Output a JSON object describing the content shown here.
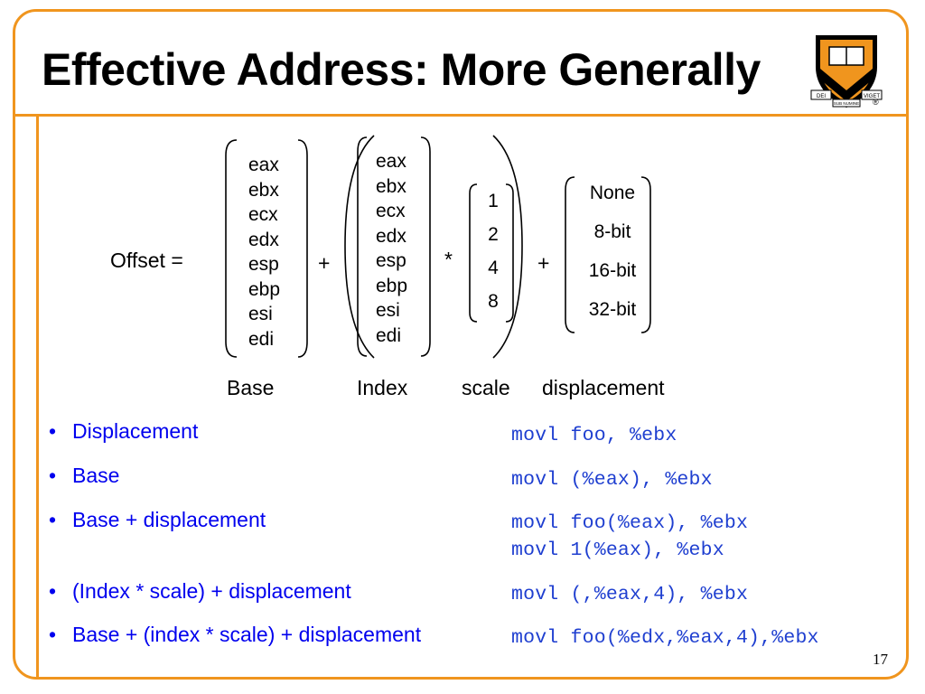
{
  "title": "Effective Address: More Generally",
  "logo": {
    "icon": "princeton-shield-icon",
    "motto": [
      "DEI",
      "SUB NUMINE",
      "VIGET"
    ],
    "trademark": "®"
  },
  "diagram": {
    "offset_label": "Offset =",
    "plus": "+",
    "times": "*",
    "base_registers": [
      "eax",
      "ebx",
      "ecx",
      "edx",
      "esp",
      "ebp",
      "esi",
      "edi"
    ],
    "index_registers": [
      "eax",
      "ebx",
      "ecx",
      "edx",
      "esp",
      "ebp",
      "esi",
      "edi"
    ],
    "scales": [
      "1",
      "2",
      "4",
      "8"
    ],
    "displacements": [
      "None",
      "8-bit",
      "16-bit",
      "32-bit"
    ],
    "labels": {
      "base": "Base",
      "index": "Index",
      "scale": "scale",
      "displacement": "displacement"
    }
  },
  "bullets": [
    {
      "label": "Displacement",
      "code": [
        "movl foo, %ebx"
      ]
    },
    {
      "label": "Base",
      "code": [
        "movl (%eax), %ebx"
      ]
    },
    {
      "label": "Base + displacement",
      "code": [
        "movl foo(%eax), %ebx",
        "movl 1(%eax), %ebx"
      ]
    },
    {
      "label": "(Index * scale) + displacement",
      "code": [
        "movl (,%eax,4), %ebx"
      ]
    },
    {
      "label": "Base + (index * scale) + displacement",
      "code": [
        "movl foo(%edx,%eax,4),%ebx"
      ]
    }
  ],
  "bullet_glyph": "•",
  "page_number": "17",
  "colors": {
    "accent": "#f0951e",
    "bullet_text": "#0000ee",
    "code_text": "#1f3fd0",
    "shield_orange": "#f0951e"
  }
}
